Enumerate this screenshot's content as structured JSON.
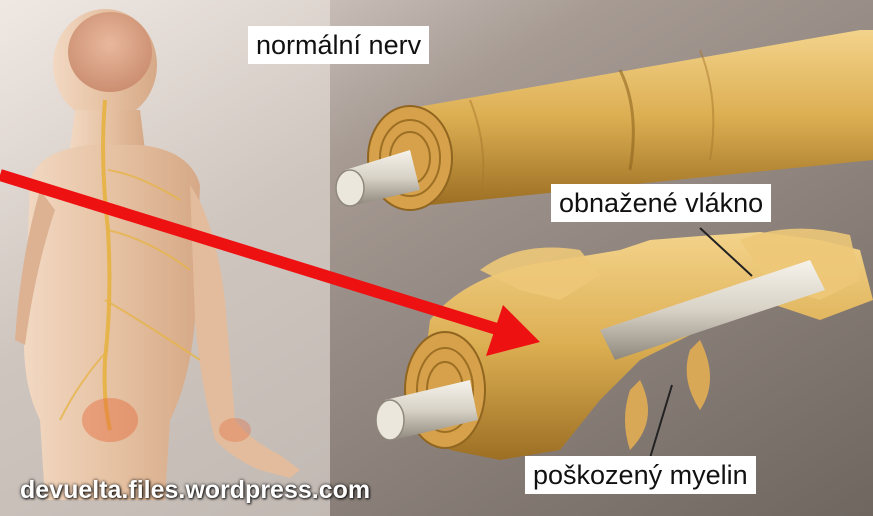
{
  "labels": {
    "normal_nerve": "normální nerv",
    "exposed_fiber": "obnažené vlákno",
    "damaged_myelin": "poškozený myelin"
  },
  "watermark": "devuelta.files.wordpress.com",
  "colors": {
    "background": "#8a7f79",
    "myelin": "#e3b75e",
    "axon": "#d9d4c8",
    "arrow": "#ee1111",
    "skin": "#e8c4a4"
  },
  "icons": [
    "human-figure-back-view",
    "nerve-cylinder",
    "damaged-nerve-cylinder",
    "red-arrow"
  ]
}
